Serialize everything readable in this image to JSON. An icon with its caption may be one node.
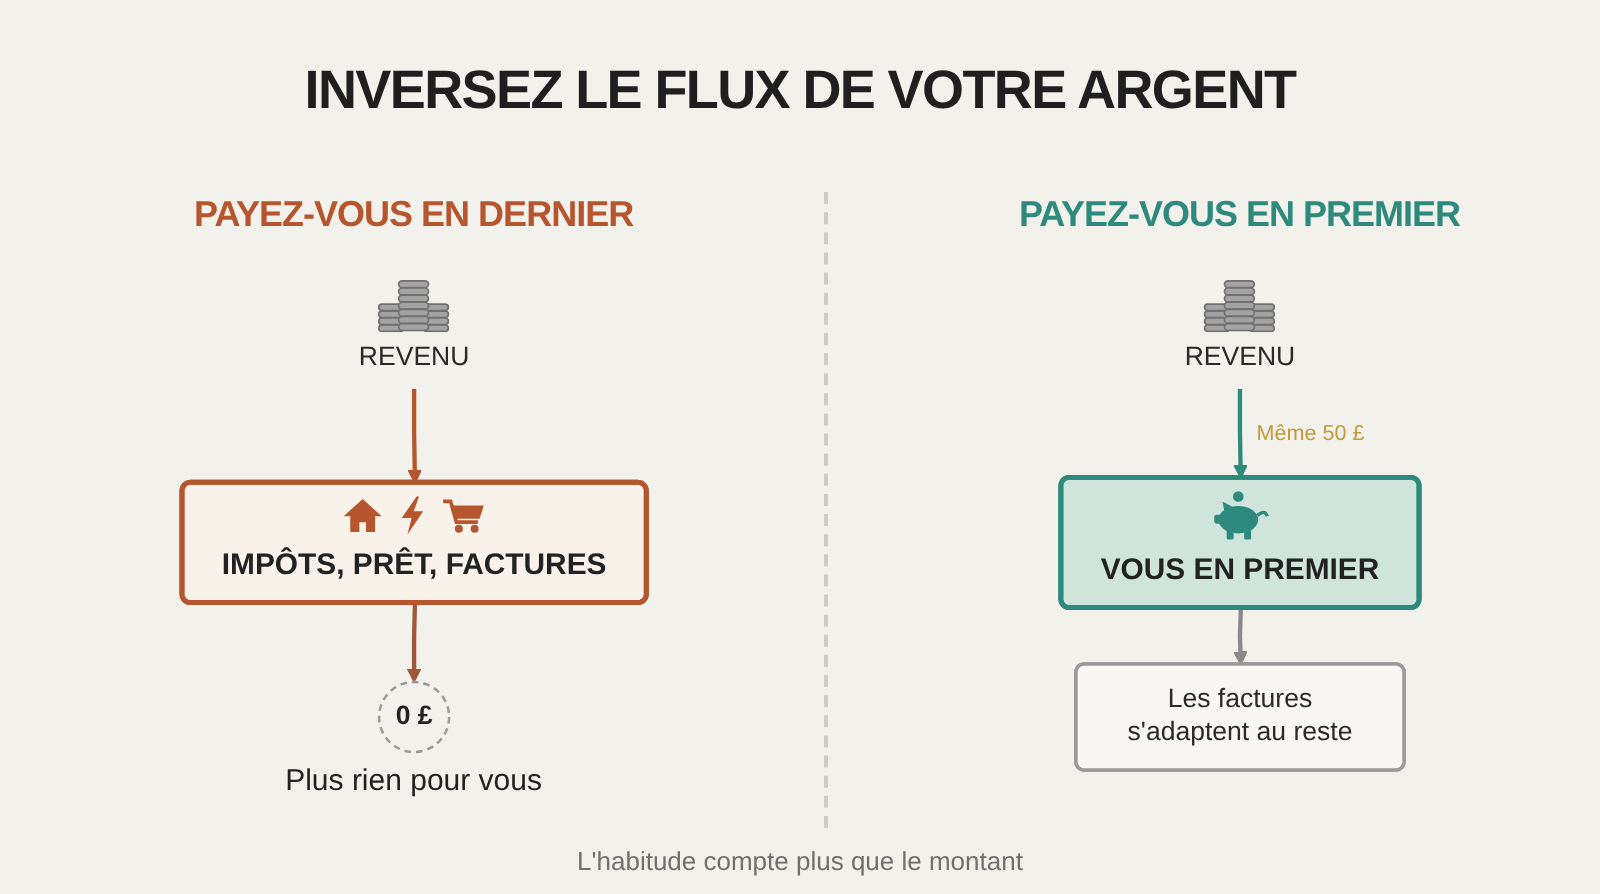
{
  "diagram": {
    "title": "INVERSEZ LE FLUX DE VOTRE ARGENT",
    "caption": "L'habitude compte plus que le montant",
    "nodes": [
      {
        "text": [
          "REVENU"
        ]
      },
      {
        "text": [
          "IMPÔTS, PRÊT, FACTURES"
        ]
      },
      {
        "text": [
          "0 £"
        ],
        "beside": [
          "Plus rien pour vous"
        ]
      },
      {
        "text": [
          "REVENU"
        ]
      },
      {
        "text": [
          "VOUS EN PREMIER"
        ]
      },
      {
        "text": [
          "Les factures s'adaptent au reste"
        ]
      }
    ],
    "edges": [
      {
        "from": 0,
        "to": 1,
        "arrow": "to",
        "color": "#b5562f"
      },
      {
        "from": 1,
        "to": 2,
        "arrow": "to",
        "color": "#a0583a"
      },
      {
        "from": 3,
        "to": 4,
        "arrow": "to",
        "label": "Même 50 £",
        "color": "#2e8a7c"
      },
      {
        "from": 4,
        "to": 5,
        "arrow": "to",
        "color": "#8a8a8a"
      }
    ],
    "labels": [
      "PAYEZ-VOUS EN DERNIER",
      "PAYEZ-VOUS EN PREMIER"
    ]
  }
}
